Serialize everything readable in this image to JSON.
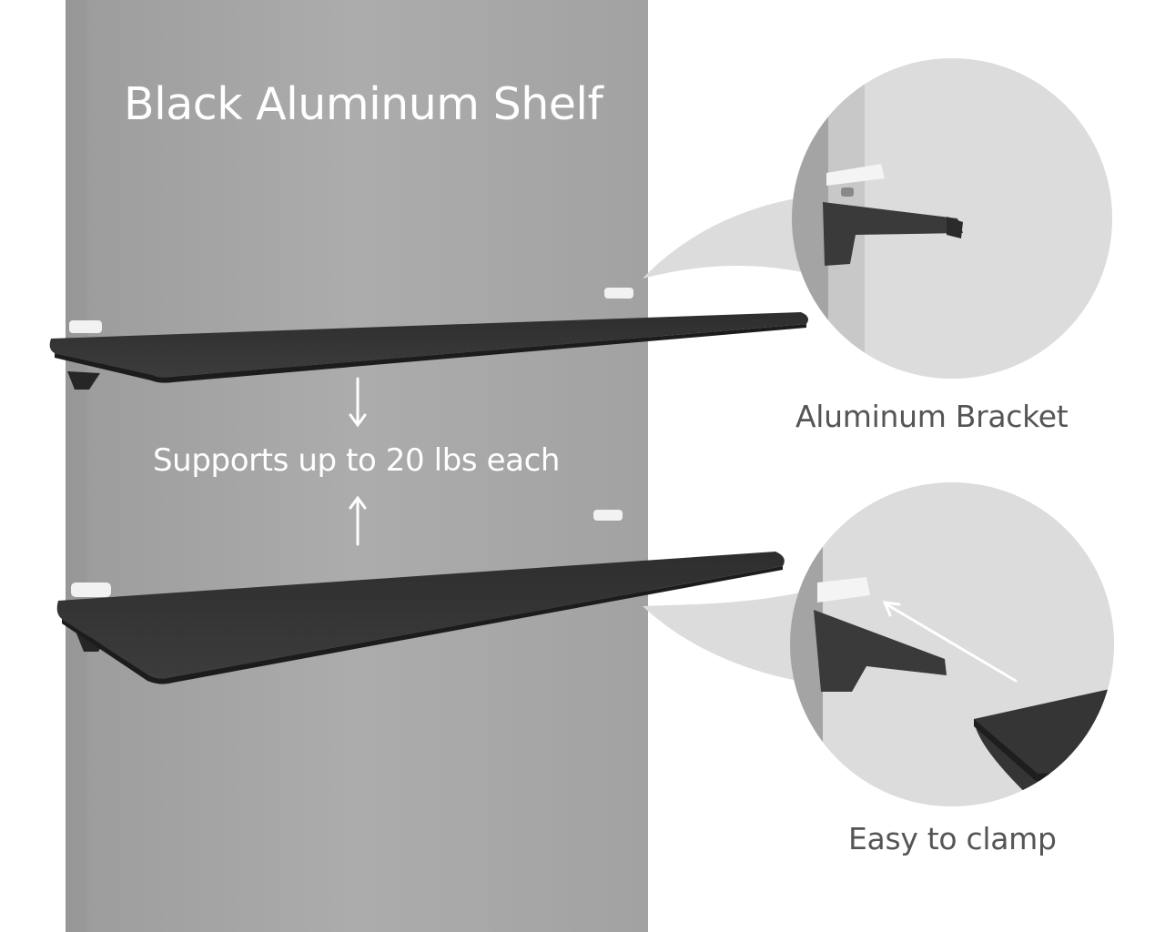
{
  "title": "Black Aluminum Shelf",
  "capacity_note": "Supports up to 20 lbs each",
  "detail_callouts": [
    {
      "caption": "Aluminum Bracket"
    },
    {
      "caption": "Easy to clamp"
    }
  ],
  "colors": {
    "panel": "#a6a6a6",
    "shelf": "#353535",
    "clip": "#f2f2f2",
    "caption_text": "#555555",
    "overlay_text": "#ffffff"
  }
}
